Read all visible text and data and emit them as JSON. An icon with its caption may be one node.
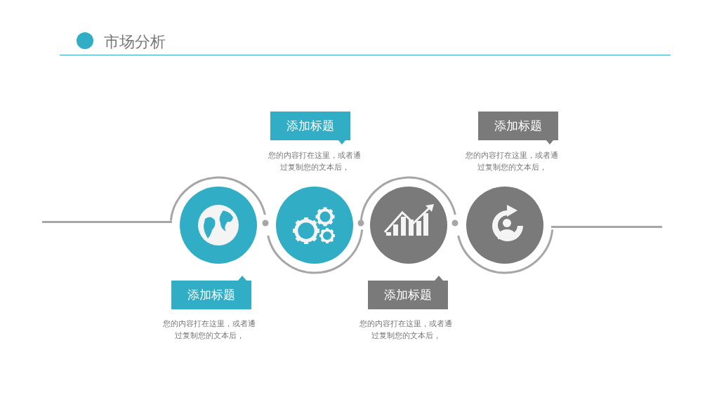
{
  "diagram": {
    "title": "市场分析",
    "nodes": [
      {
        "text": [
          "添加标题"
        ],
        "beside": [
          "您的内容打在这里，或者通过复制您的文本后，"
        ]
      },
      {
        "text": [
          "添加标题"
        ],
        "beside": [
          "您的内容打在这里，或者通过复制您的文本后，"
        ]
      },
      {
        "text": [
          "添加标题"
        ],
        "beside": [
          "您的内容打在这里，或者通过复制您的文本后，"
        ]
      },
      {
        "text": [
          "添加标题"
        ],
        "beside": [
          "您的内容打在这里，或者通过复制您的文本后，"
        ]
      }
    ]
  }
}
